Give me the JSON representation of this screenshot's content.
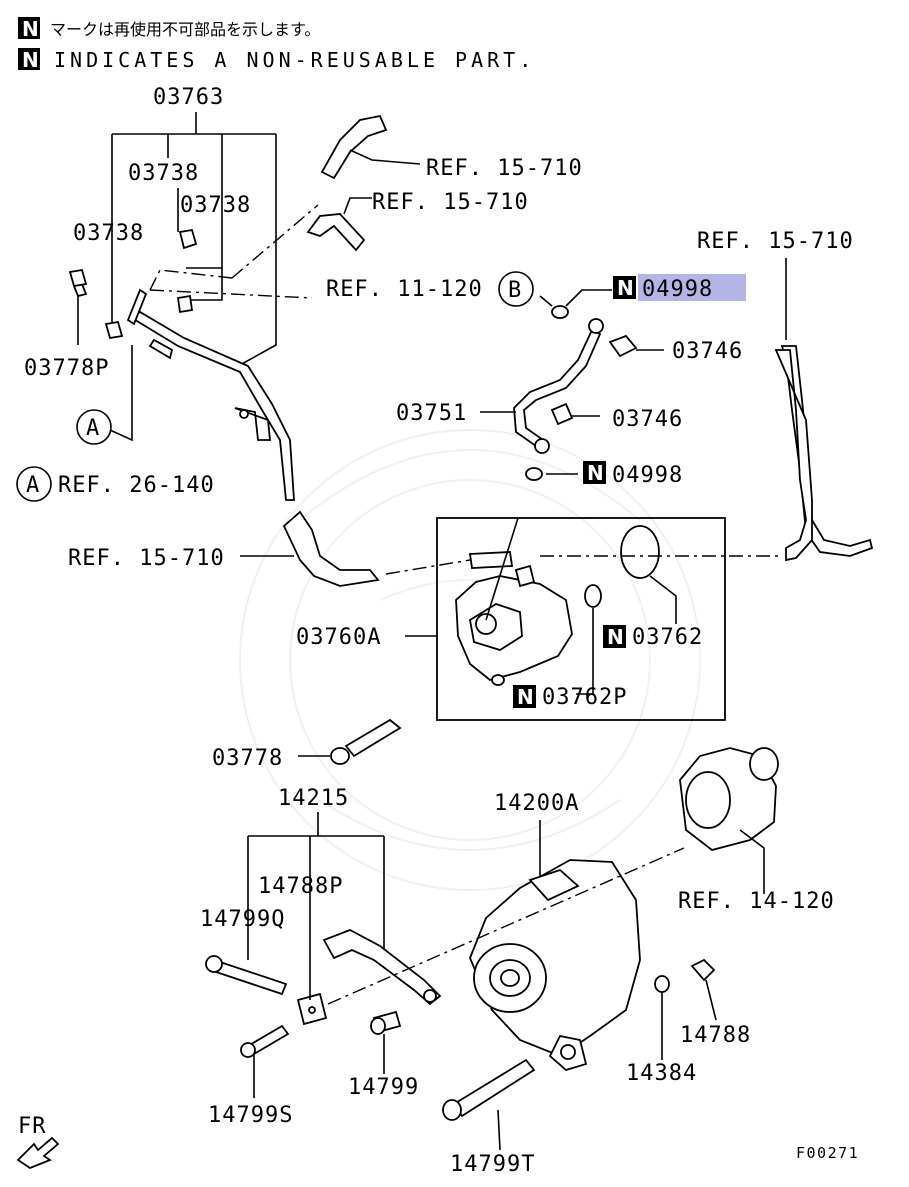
{
  "header": {
    "line1_symbol": "N",
    "line1_text": "マークは再使用不可部品を示します。",
    "line2_symbol": "N",
    "line2_text": "INDICATES A NON-REUSABLE PART."
  },
  "callouts": {
    "p03763": "03763",
    "p03738_a": "03738",
    "p03738_b": "03738",
    "p03738_c": "03738",
    "p03778P": "03778P",
    "circle_a_symbol": "A",
    "circle_a2_symbol": "A",
    "ref_26_140": "REF. 26-140",
    "ref_15_710_top1": "REF. 15-710",
    "ref_15_710_top2": "REF. 15-710",
    "ref_11_120": "REF. 11-120",
    "circle_b_symbol": "B",
    "n_symbol": "N",
    "p04998_highlighted": "04998",
    "highlight_color": "#b4b4e6",
    "ref_15_710_right": "REF. 15-710",
    "p03746_a": "03746",
    "p03746_b": "03746",
    "p03751": "03751",
    "p04998_b": "04998",
    "ref_15_710_left": "REF. 15-710",
    "p03760A": "03760A",
    "p03762": "03762",
    "p03762P": "03762P",
    "p03778": "03778",
    "p14215": "14215",
    "p14200A": "14200A",
    "ref_14_120": "REF. 14-120",
    "p14788P": "14788P",
    "p14799Q": "14799Q",
    "p14788": "14788",
    "p14384": "14384",
    "p14799": "14799",
    "p14799S": "14799S",
    "p14799T": "14799T",
    "fr_label": "FR",
    "figure_code": "F00271"
  }
}
